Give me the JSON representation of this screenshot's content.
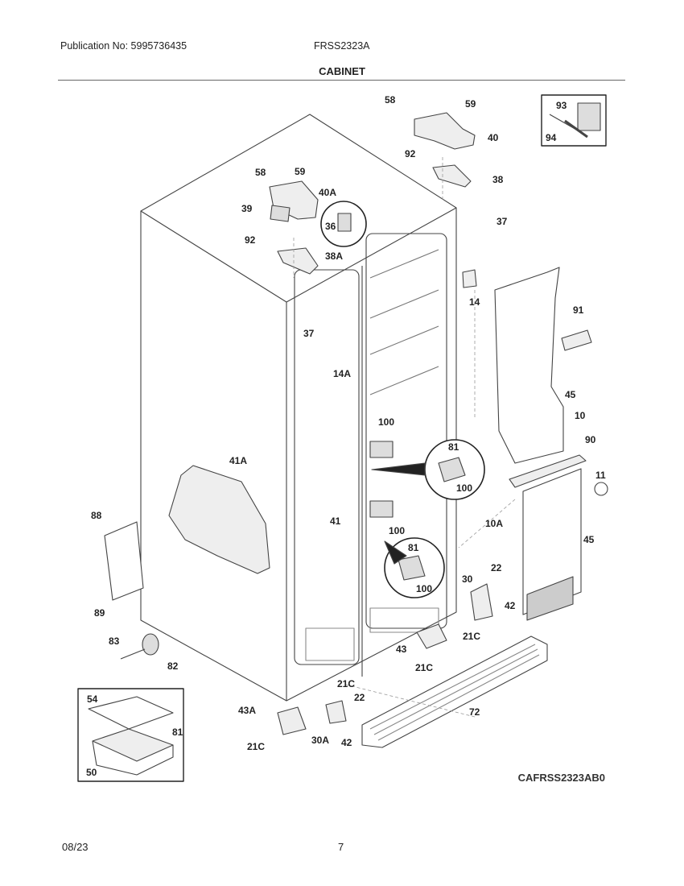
{
  "header": {
    "publication": "Publication No: 5995736435",
    "model": "FRSS2323A",
    "section_title": "CABINET"
  },
  "drawing_code": "CAFRSS2323AB0",
  "footer": {
    "date": "08/23",
    "page": "7"
  },
  "callouts": {
    "c58a": "58",
    "c59a": "59",
    "c40": "40",
    "c93": "93",
    "c94": "94",
    "c92a": "92",
    "c38": "38",
    "c58b": "58",
    "c59b": "59",
    "c40A": "40A",
    "c39": "39",
    "c36": "36",
    "c37a": "37",
    "c92b": "92",
    "c38A": "38A",
    "c14": "14",
    "c91": "91",
    "c37b": "37",
    "c14A": "14A",
    "c45a": "45",
    "c10": "10",
    "c100a": "100",
    "c90": "90",
    "c81a": "81",
    "c100b": "100",
    "c11": "11",
    "c41A": "41A",
    "c88": "88",
    "c10A": "10A",
    "c41": "41",
    "c100c": "100",
    "c45b": "45",
    "c81b": "81",
    "c22a": "22",
    "c100d": "100",
    "c30": "30",
    "c42a": "42",
    "c89": "89",
    "c21Ca": "21C",
    "c43": "43",
    "c83": "83",
    "c21Cb": "21C",
    "c82": "82",
    "c54": "54",
    "c21Cc": "21C",
    "c22b": "22",
    "c43A": "43A",
    "c72": "72",
    "c81c": "81",
    "c21Cd": "21C",
    "c30A": "30A",
    "c42b": "42",
    "c50": "50"
  }
}
